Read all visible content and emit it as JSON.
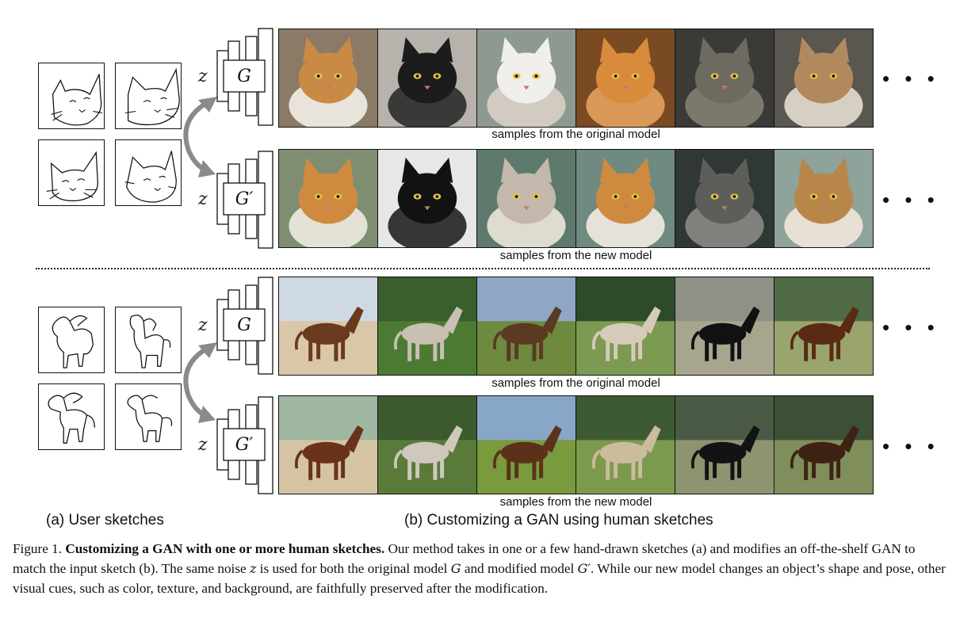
{
  "strips": [
    {
      "caption": "samples from the original model",
      "tiles": [
        {
          "subject": "orange-white-cat",
          "bg": "#8a7a66",
          "fg": "#c98a45",
          "accent": "#f2efe9"
        },
        {
          "subject": "black-cat",
          "bg": "#b8b2ad",
          "fg": "#1c1c1c",
          "accent": "#2b2b2b"
        },
        {
          "subject": "white-cat",
          "bg": "#8e9a8f",
          "fg": "#f1efec",
          "accent": "#d8d0c6"
        },
        {
          "subject": "orange-cat-face",
          "bg": "#7a4a22",
          "fg": "#d98b3c",
          "accent": "#e3a15e"
        },
        {
          "subject": "gray-tabby-cat",
          "bg": "#3a3a36",
          "fg": "#6d6a60",
          "accent": "#858072"
        },
        {
          "subject": "tabby-cat-sitting",
          "bg": "#5a5650",
          "fg": "#b08a5e",
          "accent": "#e6ddd0"
        }
      ]
    },
    {
      "caption": "samples from the new model",
      "tiles": [
        {
          "subject": "orange-cat-tilted",
          "bg": "#7f8e72",
          "fg": "#cf8a40",
          "accent": "#f0ebe2"
        },
        {
          "subject": "black-cat-tilted",
          "bg": "#e7e7e7",
          "fg": "#121212",
          "accent": "#222222"
        },
        {
          "subject": "gray-white-cat-tilted",
          "bg": "#5d7a6c",
          "fg": "#c3b8ab",
          "accent": "#ece6dd"
        },
        {
          "subject": "orange-cat-tilted-2",
          "bg": "#6f8a80",
          "fg": "#d08a40",
          "accent": "#f1ebe2"
        },
        {
          "subject": "gray-striped-cat-tilted",
          "bg": "#2f3834",
          "fg": "#5d5e5a",
          "accent": "#8a8a84"
        },
        {
          "subject": "tabby-cat-tilted",
          "bg": "#8ea39a",
          "fg": "#b9864a",
          "accent": "#efe7db"
        }
      ]
    },
    {
      "caption": "samples from the original model",
      "tiles": [
        {
          "subject": "rider-on-brown-horse",
          "bg": "#cfd9e4",
          "fg": "#6a3a1f",
          "accent": "#d9c7a8"
        },
        {
          "subject": "gray-horse-grass",
          "bg": "#3a5e2c",
          "fg": "#c8c0b2",
          "accent": "#4d7a33"
        },
        {
          "subject": "riders-group",
          "bg": "#8fa6c4",
          "fg": "#5a3a22",
          "accent": "#6d8a3e"
        },
        {
          "subject": "pale-pony-field",
          "bg": "#2f4a2a",
          "fg": "#d6cbb8",
          "accent": "#7d9a52"
        },
        {
          "subject": "black-horse",
          "bg": "#8e9286",
          "fg": "#111111",
          "accent": "#a7a58e"
        },
        {
          "subject": "bay-horse-rearing",
          "bg": "#4f6a45",
          "fg": "#5a2a14",
          "accent": "#9aa56e"
        }
      ]
    },
    {
      "caption": "samples from the new model",
      "tiles": [
        {
          "subject": "chestnut-horse-arena",
          "bg": "#9fb6a1",
          "fg": "#6a321a",
          "accent": "#d5c4a4"
        },
        {
          "subject": "dapple-gray-horse",
          "bg": "#3c5a2e",
          "fg": "#cfc8bd",
          "accent": "#5a7a3a"
        },
        {
          "subject": "bay-horse-running",
          "bg": "#88a6c8",
          "fg": "#5b3219",
          "accent": "#7a9a3e"
        },
        {
          "subject": "buckskin-horse",
          "bg": "#3d5a32",
          "fg": "#cdbb9e",
          "accent": "#7c9a4e"
        },
        {
          "subject": "black-horse-field",
          "bg": "#4b5a44",
          "fg": "#131313",
          "accent": "#8e9470"
        },
        {
          "subject": "brown-horse-standing",
          "bg": "#3d5036",
          "fg": "#3e2314",
          "accent": "#7f8e5a"
        }
      ]
    }
  ],
  "generators": [
    {
      "label": "G",
      "z": "z"
    },
    {
      "label": "G′",
      "z": "z"
    },
    {
      "label": "G",
      "z": "z"
    },
    {
      "label": "G′",
      "z": "z"
    }
  ],
  "ellipsis": "• • •",
  "subcaptions": {
    "left": "(a) User sketches",
    "right": "(b) Customizing a GAN using human sketches"
  },
  "figure_caption": {
    "label": "Figure 1.",
    "bold": "Customizing a GAN with one or more human sketches.",
    "part1": " Our method takes in one or a few hand-drawn sketches (a) and modifies an off-the-shelf GAN to match the input sketch (b). The same noise ",
    "var_z": "z",
    "part2": " is used for both the original model ",
    "var_g": "G",
    "part3": " and modified model ",
    "var_gp": "G′",
    "part4": ". While our new model changes an object’s shape and pose, other visual cues, such as color, texture, and background, are faithfully preserved after the modification."
  },
  "colors": {
    "arrow": "#8a8a8a",
    "line": "#111111"
  }
}
